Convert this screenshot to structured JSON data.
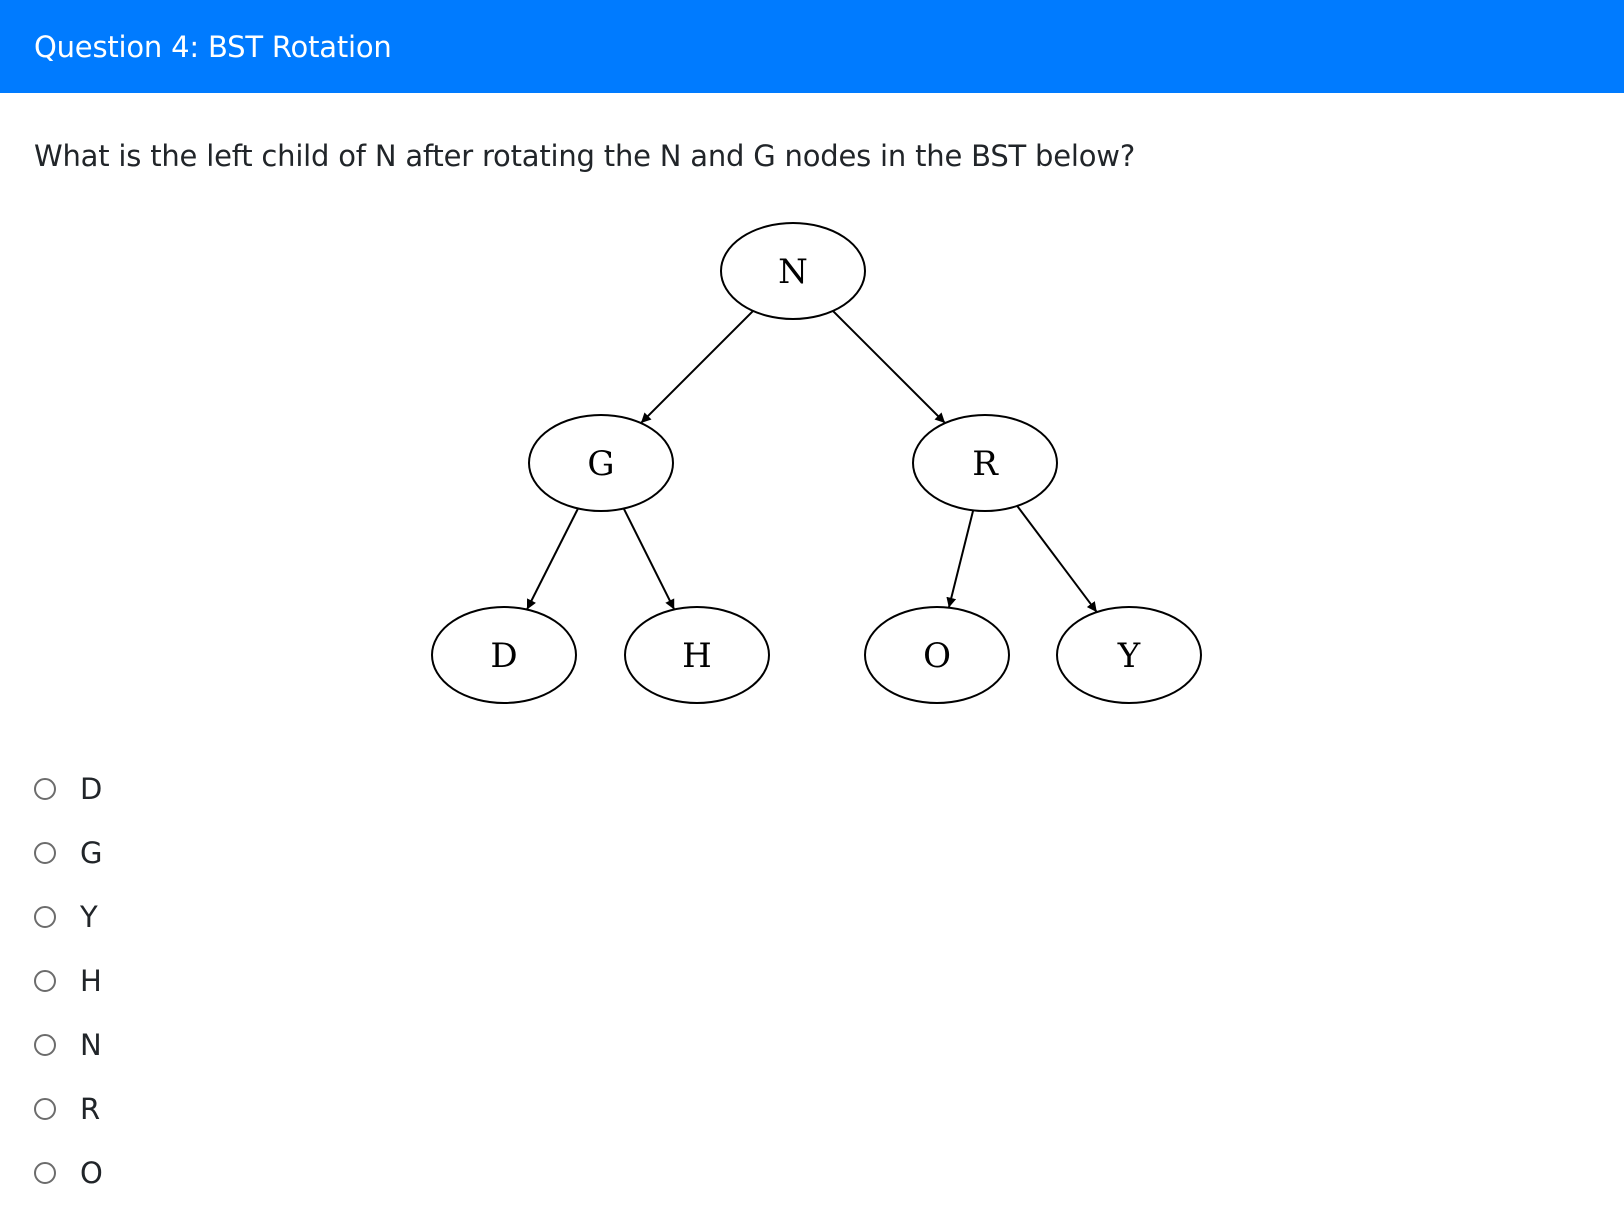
{
  "header": {
    "title": "Question 4: BST Rotation",
    "background_color": "#007bff"
  },
  "question": {
    "text": "What is the left child of N after rotating the N and G nodes in the BST below?"
  },
  "tree": {
    "nodes": [
      {
        "id": "N",
        "label": "N"
      },
      {
        "id": "G",
        "label": "G"
      },
      {
        "id": "R",
        "label": "R"
      },
      {
        "id": "D",
        "label": "D"
      },
      {
        "id": "H",
        "label": "H"
      },
      {
        "id": "O",
        "label": "O"
      },
      {
        "id": "Y",
        "label": "Y"
      }
    ],
    "edges": [
      {
        "from": "N",
        "to": "G"
      },
      {
        "from": "N",
        "to": "R"
      },
      {
        "from": "G",
        "to": "D"
      },
      {
        "from": "G",
        "to": "H"
      },
      {
        "from": "R",
        "to": "O"
      },
      {
        "from": "R",
        "to": "Y"
      }
    ]
  },
  "options": [
    {
      "label": "D",
      "selected": false
    },
    {
      "label": "G",
      "selected": false
    },
    {
      "label": "Y",
      "selected": false
    },
    {
      "label": "H",
      "selected": false
    },
    {
      "label": "N",
      "selected": false
    },
    {
      "label": "R",
      "selected": false
    },
    {
      "label": "O",
      "selected": false
    }
  ]
}
